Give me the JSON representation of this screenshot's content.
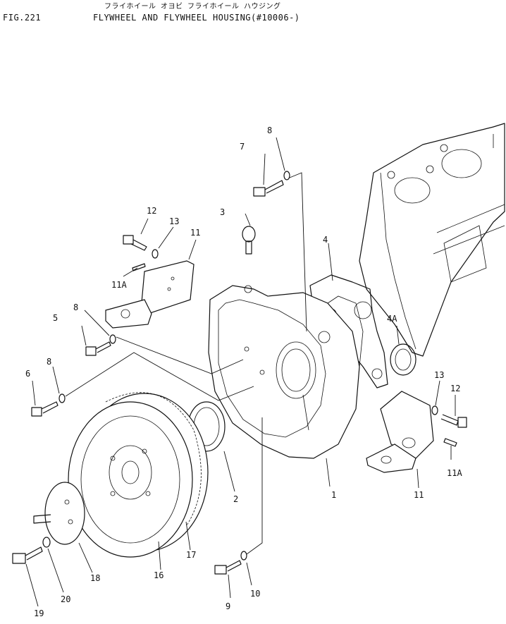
{
  "header": {
    "figure_number": "FIG.221",
    "title_kana": "フライホイール オヨビ フライホイール ハウジング",
    "title": "FLYWHEEL AND FLYWHEEL HOUSING(#10006-)"
  },
  "callouts": {
    "c1": "1",
    "c2": "2",
    "c3": "3",
    "c4": "4",
    "c4a": "4A",
    "c5": "5",
    "c6": "6",
    "c7": "7",
    "c8a": "8",
    "c8b": "8",
    "c8c": "8",
    "c9": "9",
    "c10": "10",
    "c11a": "11",
    "c11b": "11",
    "c11Aa": "11A",
    "c11Ab": "11A",
    "c12a": "12",
    "c12b": "12",
    "c13a": "13",
    "c13b": "13",
    "c16": "16",
    "c17": "17",
    "c18": "18",
    "c19": "19",
    "c20": "20"
  }
}
